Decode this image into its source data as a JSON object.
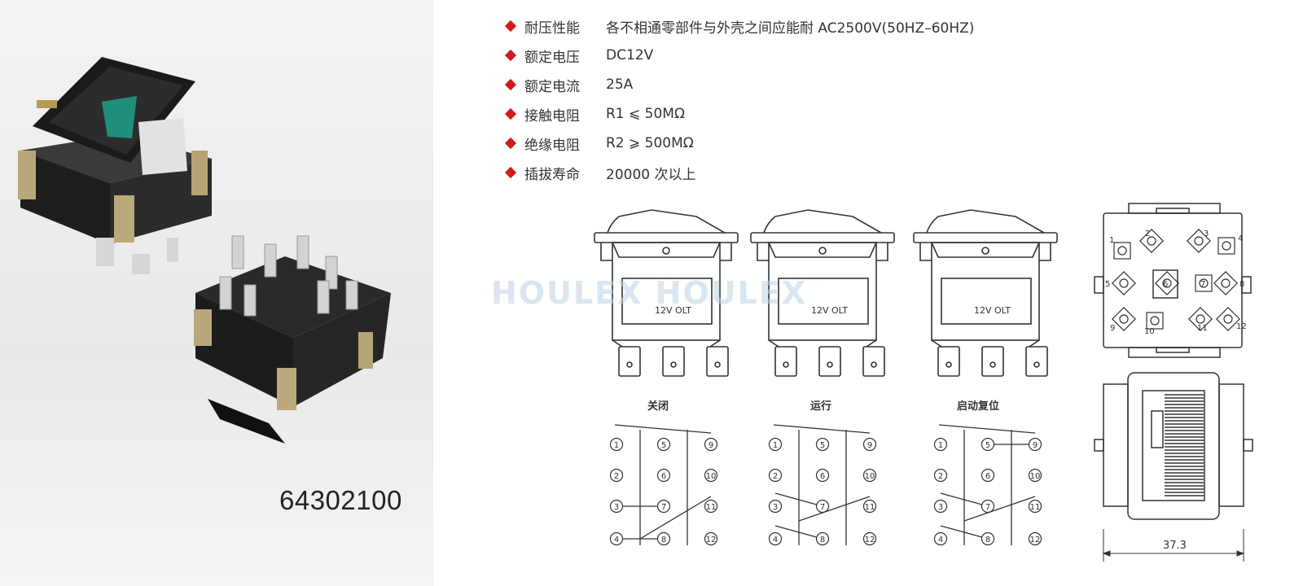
{
  "specs": [
    {
      "label": "耐压性能",
      "value": "各不相通零部件与外壳之间应能耐 AC2500V(50HZ–60HZ)"
    },
    {
      "label": "额定电压",
      "value": "DC12V"
    },
    {
      "label": "额定电流",
      "value": "25A"
    },
    {
      "label": "接触电阻",
      "value": "R1 ⩽ 50MΩ"
    },
    {
      "label": "绝缘电阻",
      "value": "R2 ⩾ 500MΩ"
    },
    {
      "label": "插拔寿命",
      "value": "20000 次以上"
    }
  ],
  "product": {
    "model": "64302100"
  },
  "watermark": "HOULEX HOULEX",
  "switch_text": "12V OLT",
  "positions": [
    "关闭",
    "运行",
    "启动复位"
  ],
  "terminals": [
    "1",
    "2",
    "3",
    "4",
    "5",
    "6",
    "7",
    "8",
    "9",
    "10",
    "11",
    "12"
  ],
  "dimension": "37.3",
  "colors": {
    "bullet": "#d11a1a",
    "line": "#333333"
  }
}
